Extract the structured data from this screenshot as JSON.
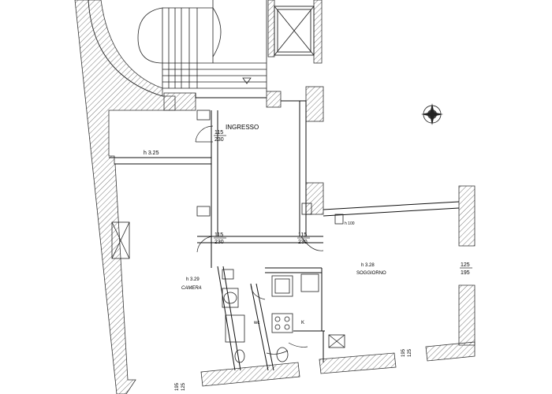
{
  "rooms": {
    "ingresso": "INGRESSO",
    "camera": "CAMERA",
    "soggiorno": "SOGGIORNO",
    "wc": "wc",
    "kitchen": "K"
  },
  "heights": {
    "corridor": "h 3.25",
    "camera": "h 3.29",
    "soggiorno": "h 3.28",
    "niche": "h 100"
  },
  "doors": {
    "entrance_w": "115",
    "entrance_h": "230",
    "camera_w": "115",
    "camera_h": "230",
    "soggiorno_w": "115",
    "soggiorno_h": "230"
  },
  "windows": {
    "right_w": "125",
    "right_h": "195",
    "bottom_right_w": "125",
    "bottom_right_h": "195",
    "bottom_left_w": "125",
    "bottom_left_h": "195"
  },
  "icons": {
    "compass": "compass-rose-icon"
  }
}
